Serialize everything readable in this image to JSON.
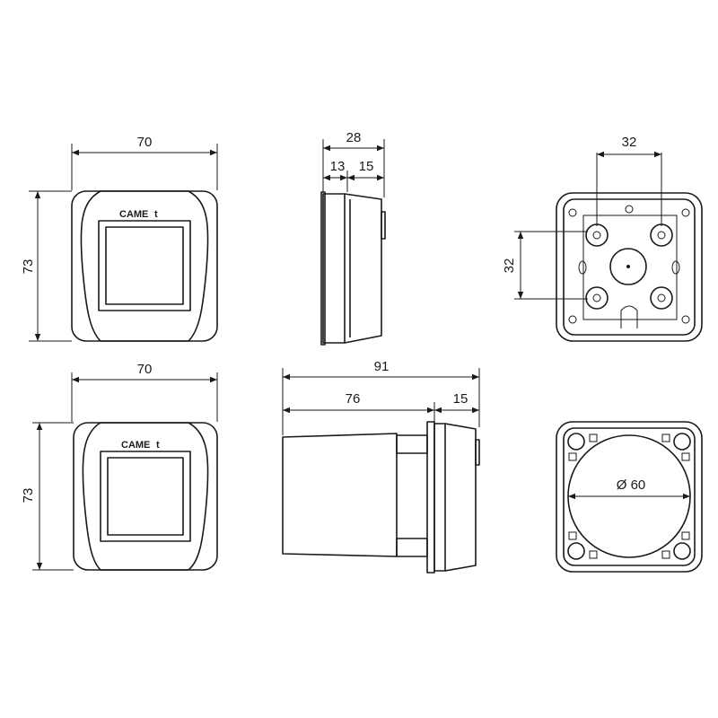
{
  "brand": {
    "name": "CAME",
    "mark": "t"
  },
  "views": {
    "front_top": {
      "width_label": "70",
      "height_label": "73"
    },
    "side_top": {
      "total_label": "28",
      "front_part_label": "13",
      "rear_part_label": "15"
    },
    "back_top": {
      "hole_spacing_h_label": "32",
      "hole_spacing_v_label": "32"
    },
    "front_bottom": {
      "width_label": "70",
      "height_label": "73"
    },
    "side_bottom": {
      "total_label": "91",
      "body_label": "76",
      "head_label": "15"
    },
    "back_bottom": {
      "diameter_label": "Ø 60"
    }
  },
  "colors": {
    "line": "#1a1a1a",
    "background": "#ffffff"
  }
}
